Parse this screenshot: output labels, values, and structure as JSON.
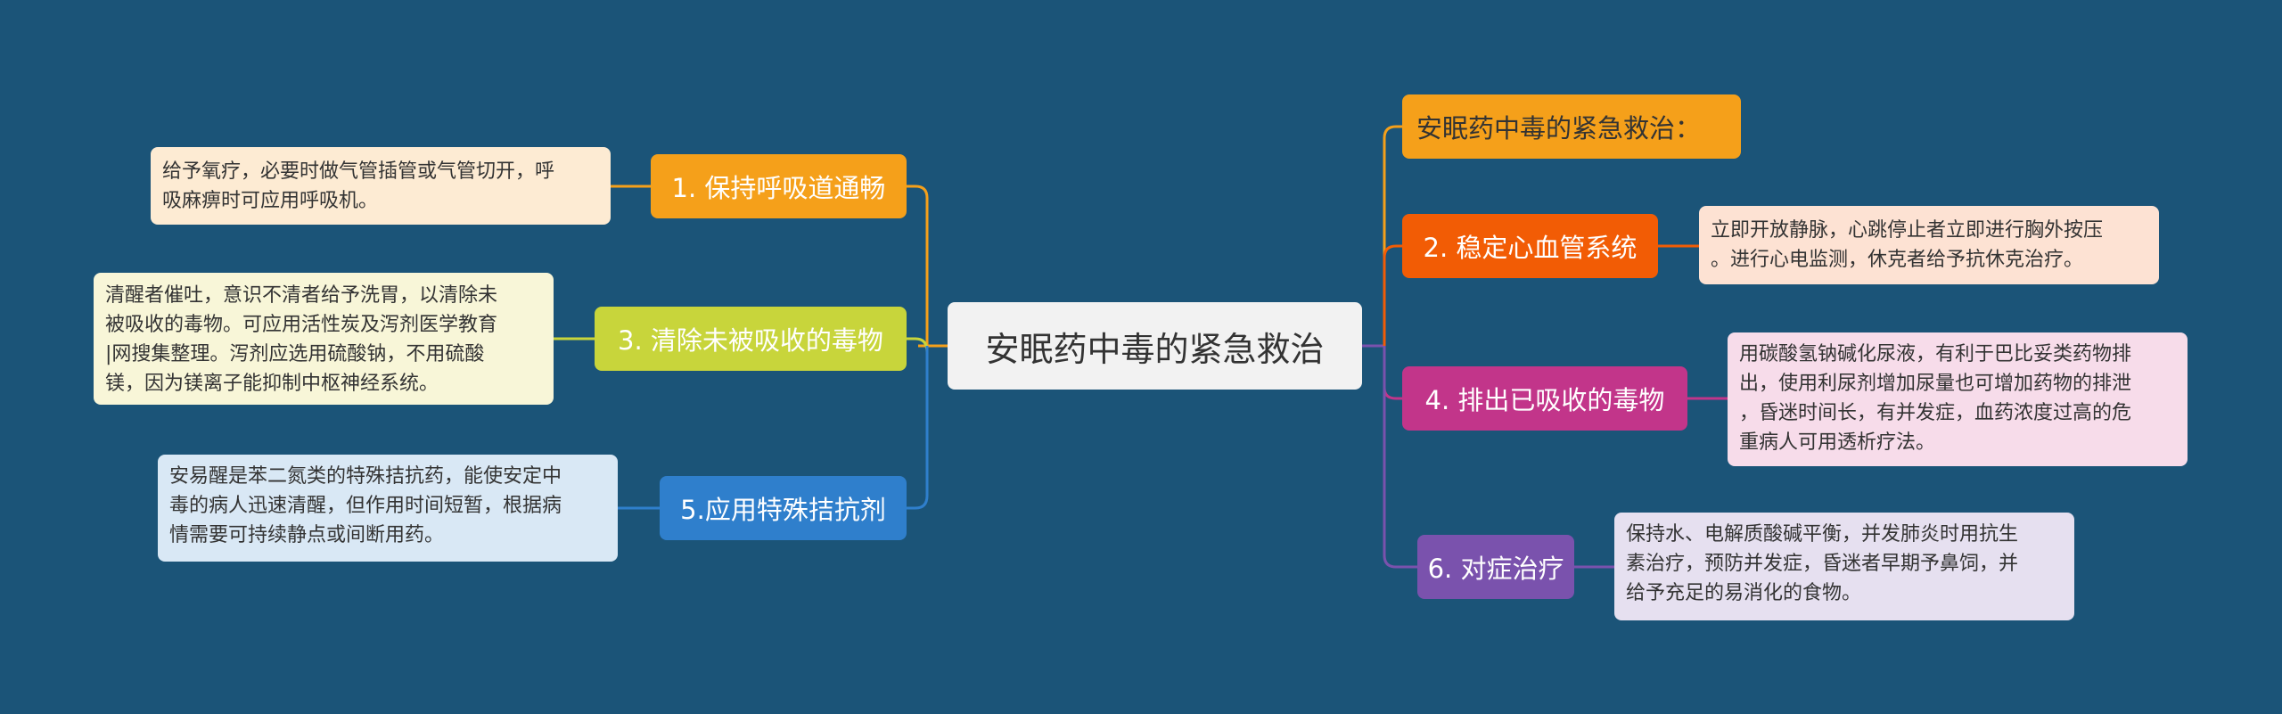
{
  "colors": {
    "background": "#1b5478",
    "root": "#f2f2f2",
    "b1": "#f5a01a",
    "b3": "#c8d53b",
    "b5": "#2f7fcc",
    "title_right": "#f5a01a",
    "b2": "#f25c05",
    "b4": "#c2358a",
    "b6": "#7a52ad"
  },
  "root": {
    "label": "安眠药中毒的紧急救治"
  },
  "left_branches": [
    {
      "label": "1. 保持呼吸道通畅",
      "detail": "给予氧疗，必要时做气管插管或气管切开，呼\n吸麻痹时可应用呼吸机。"
    },
    {
      "label": "3. 清除未被吸收的毒物",
      "detail": "清醒者催吐，意识不清者给予洗胃，以清除未\n被吸收的毒物。可应用活性炭及泻剂医学教育\n|网搜集整理。泻剂应选用硫酸钠，不用硫酸\n镁，因为镁离子能抑制中枢神经系统。"
    },
    {
      "label": "5.应用特殊拮抗剂",
      "detail": "安易醒是苯二氮类的特殊拮抗药，能使安定中\n毒的病人迅速清醒，但作用时间短暂，根据病\n情需要可持续静点或间断用药。"
    }
  ],
  "right_branches": [
    {
      "label": "安眠药中毒的紧急救治：",
      "detail": ""
    },
    {
      "label": "2. 稳定心血管系统",
      "detail": "立即开放静脉，心跳停止者立即进行胸外按压\n。进行心电监测，休克者给予抗休克治疗。"
    },
    {
      "label": "4. 排出已吸收的毒物",
      "detail": "用碳酸氢钠碱化尿液，有利于巴比妥类药物排\n出，使用利尿剂增加尿量也可增加药物的排泄\n，昏迷时间长，有并发症，血药浓度过高的危\n重病人可用透析疗法。"
    },
    {
      "label": "6. 对症治疗",
      "detail": "保持水、电解质酸碱平衡，并发肺炎时用抗生\n素治疗，预防并发症，昏迷者早期予鼻饲，并\n给予充足的易消化的食物。"
    }
  ]
}
